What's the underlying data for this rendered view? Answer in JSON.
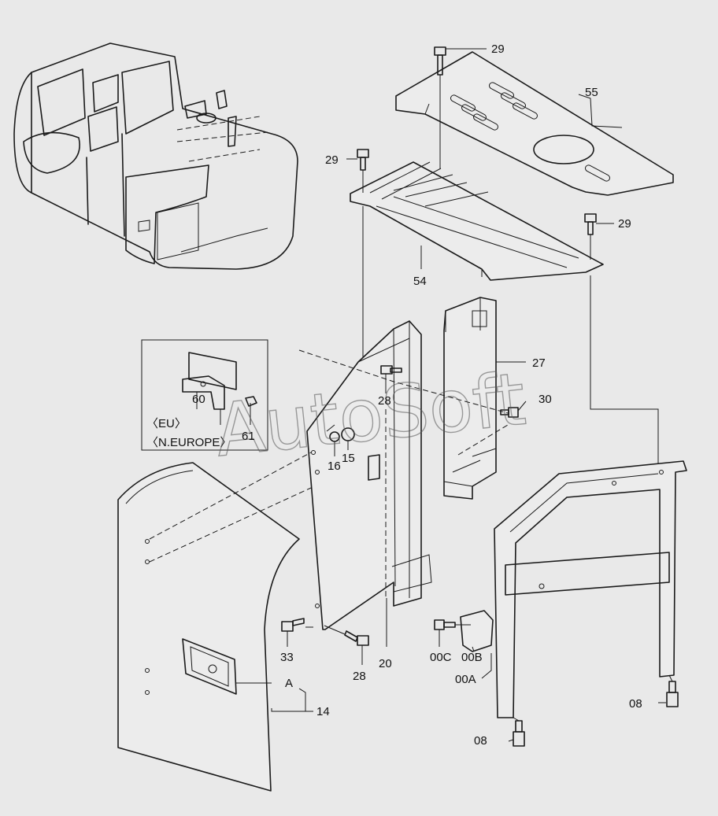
{
  "watermark": "AutoSoft",
  "inset": {
    "region_1": "〈EU〉",
    "region_2": "〈N.EUROPE〉"
  },
  "labels": {
    "p29a": "29",
    "p29b": "29",
    "p29c": "29",
    "p55": "55",
    "p54": "54",
    "p27": "27",
    "p30": "30",
    "p28a": "28",
    "p28b": "28",
    "p15": "15",
    "p16": "16",
    "p60": "60",
    "p61": "61",
    "p33": "33",
    "p20": "20",
    "p00C": "00C",
    "p00B": "00B",
    "p00A": "00A",
    "p08a": "08",
    "p08b": "08",
    "p14": "14",
    "pA": "A"
  }
}
